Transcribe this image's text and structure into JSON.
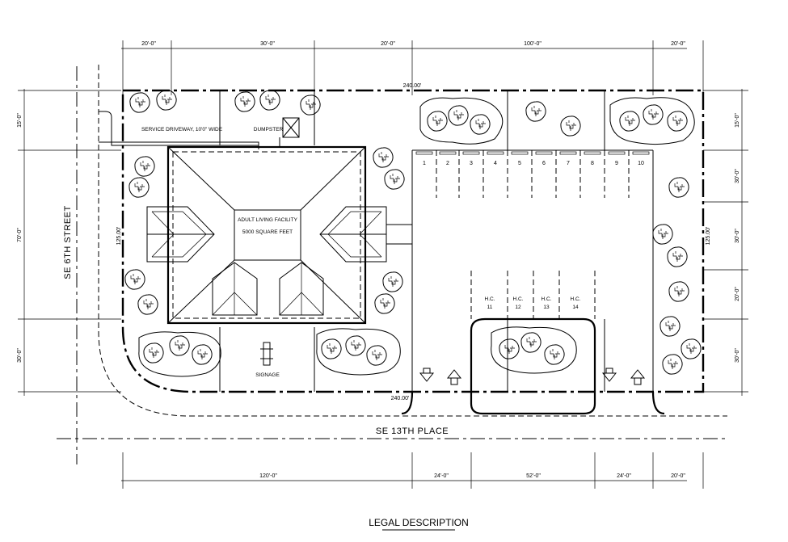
{
  "dimensions": {
    "top": [
      "20'-0\"",
      "30'-0\"",
      "20'-0\"",
      "100'-0\"",
      "20'-0\""
    ],
    "bottom": [
      "120'-0\"",
      "24'-0\"",
      "52'-0\"",
      "24'-0\"",
      "20'-0\""
    ],
    "left": [
      "15'-0\"",
      "70'-0\"",
      "30'-0\""
    ],
    "right": [
      "15'-0\"",
      "30'-0\"",
      "30'-0\"",
      "20'-0\"",
      "30'-0\""
    ],
    "property_top": "240.00'",
    "property_bottom": "240.00'",
    "property_left": "125.00'",
    "property_right": "125.00'"
  },
  "labels": {
    "service_driveway": "SERVICE DRIVEWAY, 10'0\" WIDE",
    "dumpster": "DUMPSTER",
    "facility_line1": "ADULT LIVING FACILITY",
    "facility_line2": "5000 SQUARE FEET",
    "signage": "SIGNAGE"
  },
  "parking": {
    "top_stalls": [
      "1",
      "2",
      "3",
      "4",
      "5",
      "6",
      "7",
      "8",
      "9",
      "10"
    ],
    "hc_tag": "H.C.",
    "hc_stalls": [
      "11",
      "12",
      "13",
      "14"
    ]
  },
  "streets": {
    "west": "SE 6TH STREET",
    "south": "SE 13TH PLACE"
  },
  "footer": {
    "title": "LEGAL DESCRIPTION"
  }
}
